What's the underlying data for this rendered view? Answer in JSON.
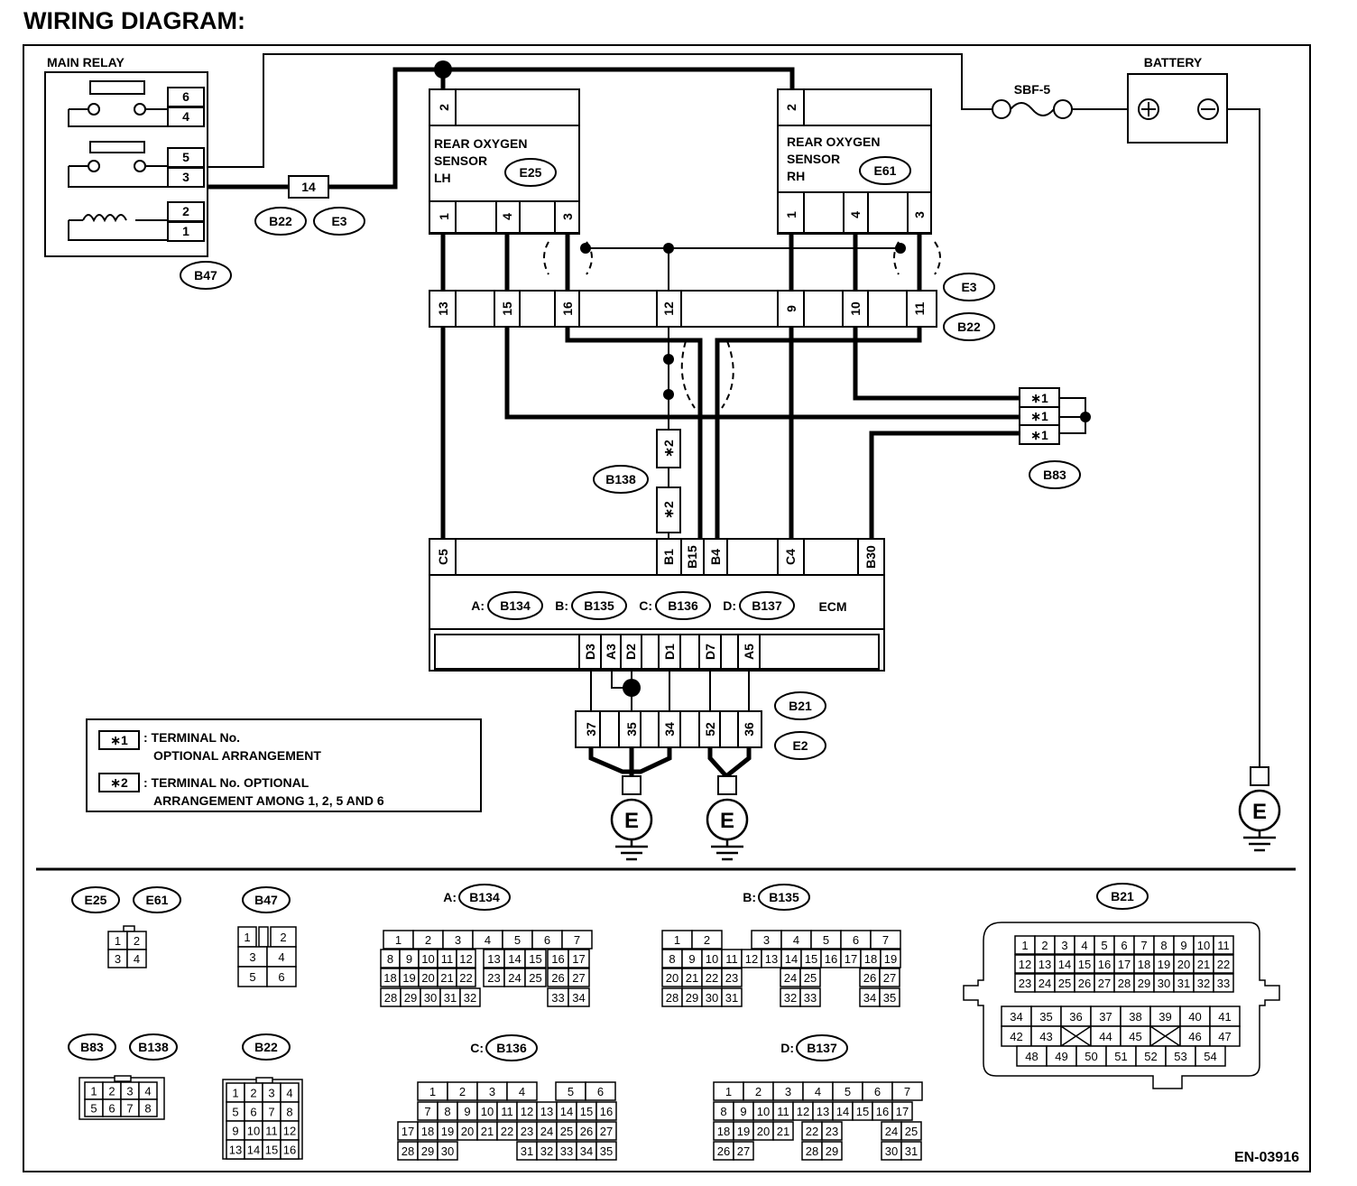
{
  "title": "WIRING DIAGRAM:",
  "doc_code": "EN-03916",
  "main_relay": {
    "label": "MAIN RELAY",
    "pins": [
      "6",
      "4",
      "5",
      "3",
      "2",
      "1"
    ],
    "connector": "B47"
  },
  "battery": {
    "label": "BATTERY",
    "plus": "+",
    "minus": "−"
  },
  "fuse": {
    "label": "SBF-5"
  },
  "inline_14": {
    "pin": "14",
    "conn_a": "B22",
    "conn_b": "E3"
  },
  "sensor_lh": {
    "line1": "REAR OXYGEN",
    "line2": "SENSOR",
    "line3": "LH",
    "connector": "E25",
    "top_pin": "2",
    "pins": [
      "1",
      "4",
      "3"
    ]
  },
  "sensor_rh": {
    "line1": "REAR OXYGEN",
    "line2": "SENSOR",
    "line3": "RH",
    "connector": "E61",
    "top_pin": "2",
    "pins": [
      "1",
      "4",
      "3"
    ]
  },
  "junction": {
    "conn_a": "E3",
    "conn_b": "B22",
    "pins": [
      "13",
      "15",
      "16",
      "12",
      "9",
      "10",
      "11"
    ]
  },
  "b83": {
    "connector": "B83",
    "pins": [
      "∗1",
      "∗1",
      "∗1"
    ]
  },
  "b138": {
    "connector": "B138",
    "pins": [
      "∗2",
      "∗2"
    ]
  },
  "ecm": {
    "label": "ECM",
    "top_pins": [
      "C5",
      "B1",
      "B15",
      "B4",
      "C4",
      "B30"
    ],
    "bottom_pins": [
      "D3",
      "A3",
      "D2",
      "D1",
      "D7",
      "A5"
    ],
    "connectors": [
      {
        "prefix": "A:",
        "name": "B134"
      },
      {
        "prefix": "B:",
        "name": "B135"
      },
      {
        "prefix": "C:",
        "name": "B136"
      },
      {
        "prefix": "D:",
        "name": "B137"
      }
    ]
  },
  "ground_junction": {
    "conn_a": "B21",
    "conn_b": "E2",
    "pins": [
      "37",
      "35",
      "34",
      "52",
      "36"
    ]
  },
  "ground_symbol": "E",
  "legend": {
    "k1_key": "∗1",
    "k1_line1": ": TERMINAL No.",
    "k1_line2": "OPTIONAL ARRANGEMENT",
    "k2_key": "∗2",
    "k2_line1": ": TERMINAL No. OPTIONAL",
    "k2_line2": "ARRANGEMENT AMONG 1, 2, 5 AND 6"
  },
  "connector_views": {
    "e25": "E25",
    "e61": "E61",
    "b47": "B47",
    "b83": "B83",
    "b138": "B138",
    "b22": "B22",
    "a_prefix": "A:",
    "a_name": "B134",
    "b_prefix": "B:",
    "b_name": "B135",
    "c_prefix": "C:",
    "c_name": "B136",
    "d_prefix": "D:",
    "d_name": "B137",
    "b21": "B21",
    "grid_e25": [
      [
        "1",
        "2"
      ],
      [
        "3",
        "4"
      ]
    ],
    "grid_b47": [
      [
        "1",
        "",
        "2"
      ],
      [
        "3",
        "4"
      ],
      [
        "5",
        "6"
      ]
    ],
    "grid_b83": [
      [
        "1",
        "2",
        "3",
        "4"
      ],
      [
        "5",
        "6",
        "7",
        "8"
      ]
    ],
    "grid_b22": [
      [
        "1",
        "2",
        "3",
        "4"
      ],
      [
        "5",
        "6",
        "7",
        "8"
      ],
      [
        "9",
        "10",
        "11",
        "12"
      ],
      [
        "13",
        "14",
        "15",
        "16"
      ]
    ],
    "grid_b134": [
      [
        "1",
        "2",
        "3",
        "4",
        "5",
        "6",
        "7"
      ],
      [
        "8",
        "9",
        "10",
        "11",
        "12",
        "13",
        "14",
        "15",
        "16",
        "17"
      ],
      [
        "18",
        "19",
        "20",
        "21",
        "22",
        "23",
        "24",
        "25",
        "26",
        "27"
      ],
      [
        "28",
        "29",
        "30",
        "31",
        "32",
        "33",
        "34"
      ]
    ],
    "grid_b135": [
      [
        "1",
        "2",
        "3",
        "4",
        "5",
        "6",
        "7"
      ],
      [
        "8",
        "9",
        "10",
        "11",
        "12",
        "13",
        "14",
        "15",
        "16",
        "17",
        "18",
        "19"
      ],
      [
        "20",
        "21",
        "22",
        "23",
        "24",
        "25",
        "26",
        "27"
      ],
      [
        "28",
        "29",
        "30",
        "31",
        "32",
        "33",
        "34",
        "35"
      ]
    ],
    "grid_b136": [
      [
        "1",
        "2",
        "3",
        "4",
        "5",
        "6"
      ],
      [
        "7",
        "8",
        "9",
        "10",
        "11",
        "12",
        "13",
        "14",
        "15",
        "16"
      ],
      [
        "17",
        "18",
        "19",
        "20",
        "21",
        "22",
        "23",
        "24",
        "25",
        "26",
        "27"
      ],
      [
        "28",
        "29",
        "30",
        "31",
        "32",
        "33",
        "34",
        "35"
      ]
    ],
    "grid_b137": [
      [
        "1",
        "2",
        "3",
        "4",
        "5",
        "6",
        "7"
      ],
      [
        "8",
        "9",
        "10",
        "11",
        "12",
        "13",
        "14",
        "15",
        "16",
        "17"
      ],
      [
        "18",
        "19",
        "20",
        "21",
        "22",
        "23",
        "24",
        "25"
      ],
      [
        "26",
        "27",
        "28",
        "29",
        "30",
        "31"
      ]
    ],
    "grid_b21": [
      [
        "1",
        "2",
        "3",
        "4",
        "5",
        "6",
        "7",
        "8",
        "9",
        "10",
        "11"
      ],
      [
        "12",
        "13",
        "14",
        "15",
        "16",
        "17",
        "18",
        "19",
        "20",
        "21",
        "22"
      ],
      [
        "23",
        "24",
        "25",
        "26",
        "27",
        "28",
        "29",
        "30",
        "31",
        "32",
        "33"
      ],
      [
        "34",
        "35",
        "36",
        "37",
        "38",
        "39",
        "40",
        "41"
      ],
      [
        "42",
        "43",
        "44",
        "45",
        "46",
        "47"
      ],
      [
        "48",
        "49",
        "50",
        "51",
        "52",
        "53",
        "54"
      ]
    ]
  }
}
